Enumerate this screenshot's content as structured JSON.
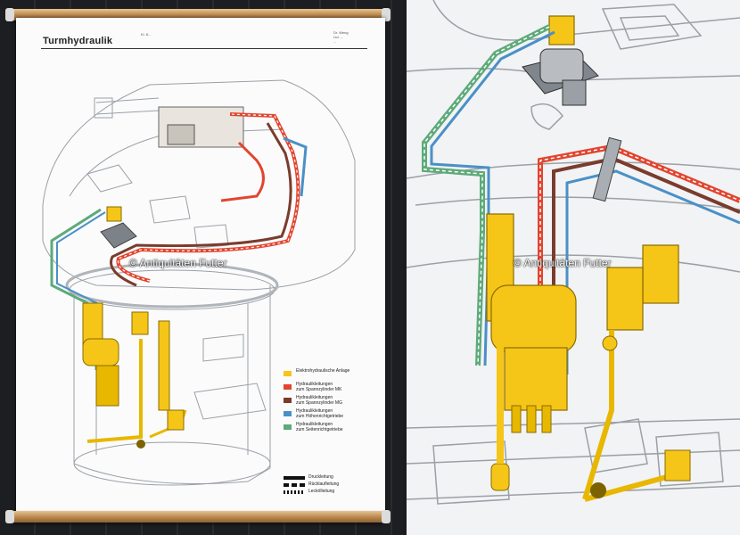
{
  "poster": {
    "title": "Turmhydraulik",
    "stamp": "Kl. 8...",
    "corner_info": [
      "Dr. Weng",
      "Ltd. ...",
      "..."
    ]
  },
  "legend": {
    "items": [
      {
        "color": "#f5c518",
        "label": "Elektrohydraulische  Anlage"
      },
      {
        "color": "#e2452f",
        "label": "Hydraulikleitungen\nzum Spannzylinder  MK"
      },
      {
        "color": "#7a3c2c",
        "label": "Hydraulikleitungen\nzum Spannzylinder  MG"
      },
      {
        "color": "#4a90c8",
        "label": "Hydraulikleitungen\nzum Höhenrichtgetriebe"
      },
      {
        "color": "#5daa7a",
        "label": "Hydraulikleitungen\nzum Seitenrichtgetriebe"
      }
    ],
    "line_types": [
      {
        "style": "solid",
        "label": "Druckleitung"
      },
      {
        "style": "dashed",
        "label": "Rücklaufleitung"
      },
      {
        "style": "dotted",
        "label": "Leckölleitung"
      }
    ]
  },
  "watermark": "© Antiquitäten Futter",
  "colors": {
    "yellow": "#f5c518",
    "red": "#e2452f",
    "brown": "#7a3c2c",
    "blue": "#4a90c8",
    "green": "#5daa7a",
    "outline": "#8e949b"
  }
}
